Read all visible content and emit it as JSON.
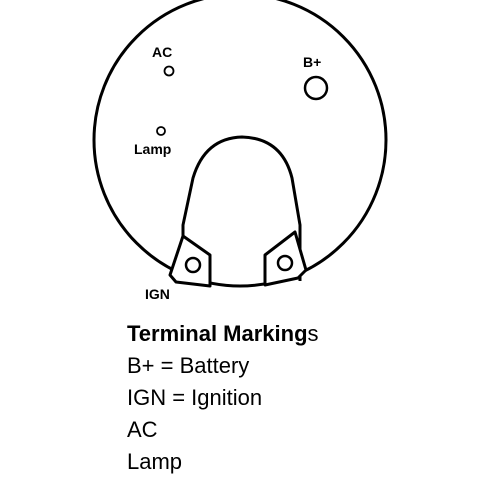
{
  "diagram": {
    "labels": {
      "ac": "AC",
      "b_plus": "B+",
      "lamp": "Lamp",
      "ign": "IGN"
    }
  },
  "legend": {
    "title_bold": "Terminal Marking",
    "title_suffix": "s",
    "lines": [
      "B+ = Battery",
      "IGN = Ignition",
      "AC",
      "Lamp"
    ]
  },
  "colors": {
    "stroke": "#000000",
    "background": "#ffffff"
  }
}
